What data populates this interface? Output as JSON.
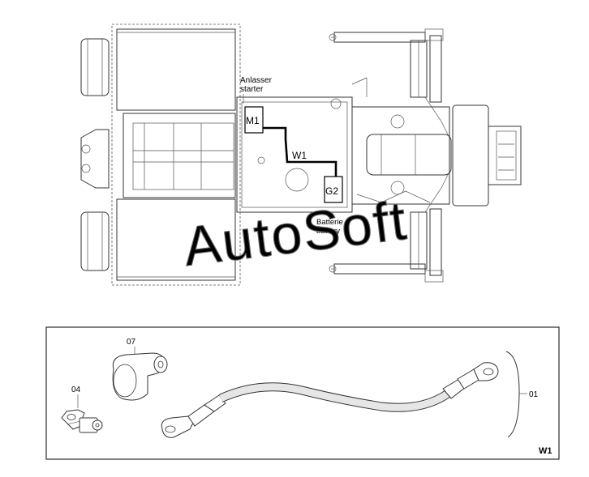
{
  "labels": {
    "starter_de": "Anlasser",
    "starter_en": "starter",
    "motor_code": "M1",
    "wire_code": "W1",
    "battery_code": "G2",
    "battery_de": "Batterie",
    "battery_en": "battery"
  },
  "watermark": "AutoSoft",
  "parts_box": {
    "callout_07": "07",
    "callout_04": "04",
    "callout_01": "01",
    "box_label": "W1"
  },
  "colors": {
    "line": "#333333",
    "wire_highlight": "#000000",
    "watermark_stroke": "#666666",
    "cable": "#e6e6e6"
  },
  "icons": [
    "tractor-outline-illustration",
    "battery-clamp-icon",
    "terminal-cap-icon",
    "battery-cable-icon"
  ]
}
